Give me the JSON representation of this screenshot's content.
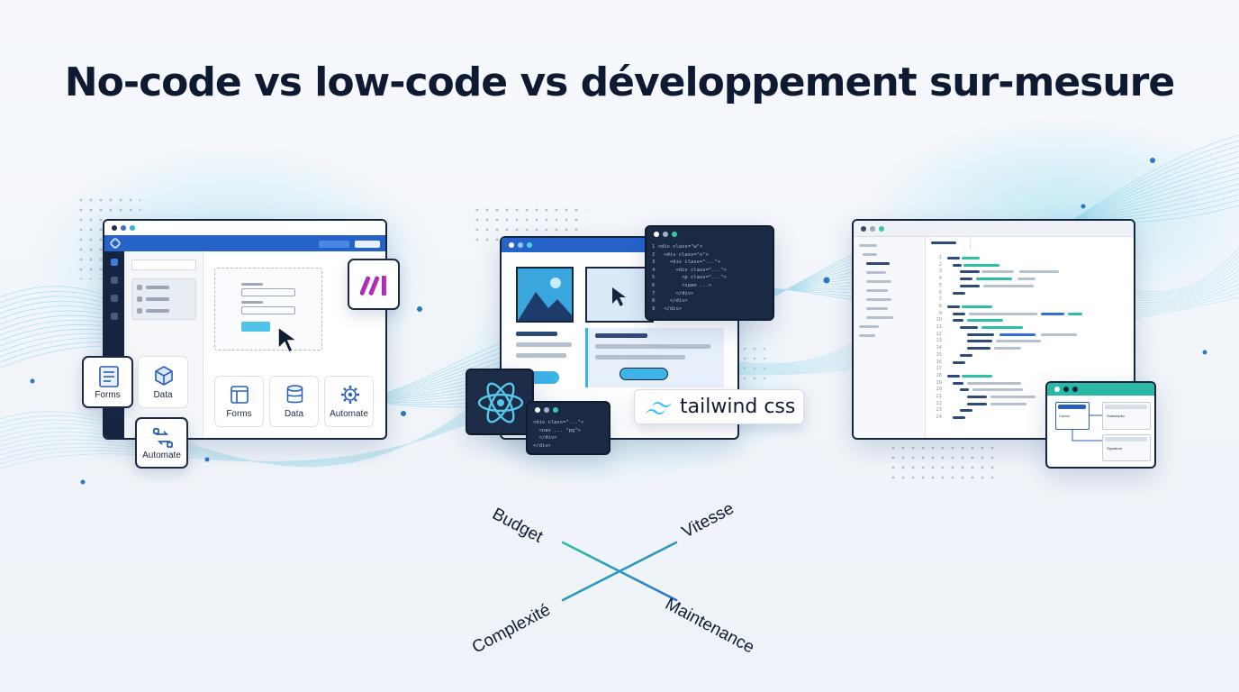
{
  "title": "No-code vs low-code vs développement sur-mesure",
  "colors": {
    "navy": "#16253f",
    "accent_blue": "#2f6fd6",
    "accent_cyan": "#38b6e0",
    "teal": "#2bbfa3",
    "wave": "#7fcde6"
  },
  "nocode": {
    "cards": [
      {
        "label": "Forms",
        "icon": "form-icon"
      },
      {
        "label": "Data",
        "icon": "database-icon"
      },
      {
        "label": "Automate",
        "icon": "gear-icon"
      }
    ],
    "floating": [
      {
        "label": "Forms",
        "icon": "form-icon"
      },
      {
        "label": "Data",
        "icon": "cube-icon"
      },
      {
        "label": "Automate",
        "icon": "automate-icon"
      }
    ],
    "make_logo": "make-logo-icon"
  },
  "lowcode": {
    "tailwind_label": "tailwind css",
    "react_logo": "react-logo-icon",
    "code_top": [
      "<div class=\"w\">",
      "  <div class=\"n\">",
      "    <div class=\"...\">",
      "      <div class=\"...\">",
      "        <p class=\"...\">",
      "        <span ...>",
      "      </div>",
      "    </div>",
      "  </div>"
    ],
    "code_bottom": [
      "<div class=\"...\">",
      "  <nav ... \"pg\">",
      "  </div>",
      "</div>"
    ]
  },
  "custom": {
    "line_numbers": [
      "1",
      "2",
      "3",
      "4",
      "5",
      "6",
      "7",
      "8",
      "9",
      "10",
      "11",
      "12",
      "13",
      "14",
      "15",
      "16",
      "17",
      "18",
      "19",
      "20",
      "21",
      "22",
      "23",
      "24"
    ],
    "flow_nodes": [
      {
        "label": "Comm"
      },
      {
        "label": "Subscriptio"
      },
      {
        "label": "Signature"
      }
    ]
  },
  "radar": {
    "axes": [
      "Budget",
      "Vitesse",
      "Complexité",
      "Maintenance"
    ]
  }
}
